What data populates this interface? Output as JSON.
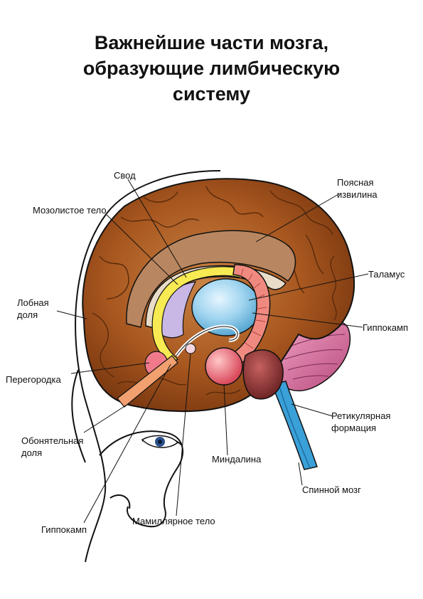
{
  "title": {
    "line1": "Важнейшие части мозга,",
    "line2": "образующие лимбическую",
    "line3": "систему"
  },
  "labels": {
    "svod": "Свод",
    "mozolistoe": "Мозолистое тело",
    "poyasnaya_1": "Поясная",
    "poyasnaya_2": "извилина",
    "talamus": "Таламус",
    "lobnaya_1": "Лобная",
    "lobnaya_2": "доля",
    "gippokamp_right": "Гиппокамп",
    "peregorodka": "Перегородка",
    "retikulyarnaya_1": "Ретикулярная",
    "retikulyarnaya_2": "формация",
    "obonyatelnaya_1": "Обонятельная",
    "obonyatelnaya_2": "доля",
    "mindalina": "Миндалина",
    "spinnoy": "Спинной мозг",
    "gippokamp_left": "Гиппокамп",
    "mamillyarnoe": "Мамиллярное тело"
  },
  "colors": {
    "cortex": "#a8571f",
    "cortex_light": "#c47a3a",
    "cortex_dark": "#5a2a0a",
    "fornix": "#f7ea52",
    "thalamus": "#9fd4ef",
    "hippocampus": "#f08a80",
    "amygdala": "#e86a78",
    "cerebellum": "#d66b9a",
    "brainstem": "#8e3838",
    "spinal_cord": "#3aa0d8",
    "olfactory": "#f2a070"
  }
}
